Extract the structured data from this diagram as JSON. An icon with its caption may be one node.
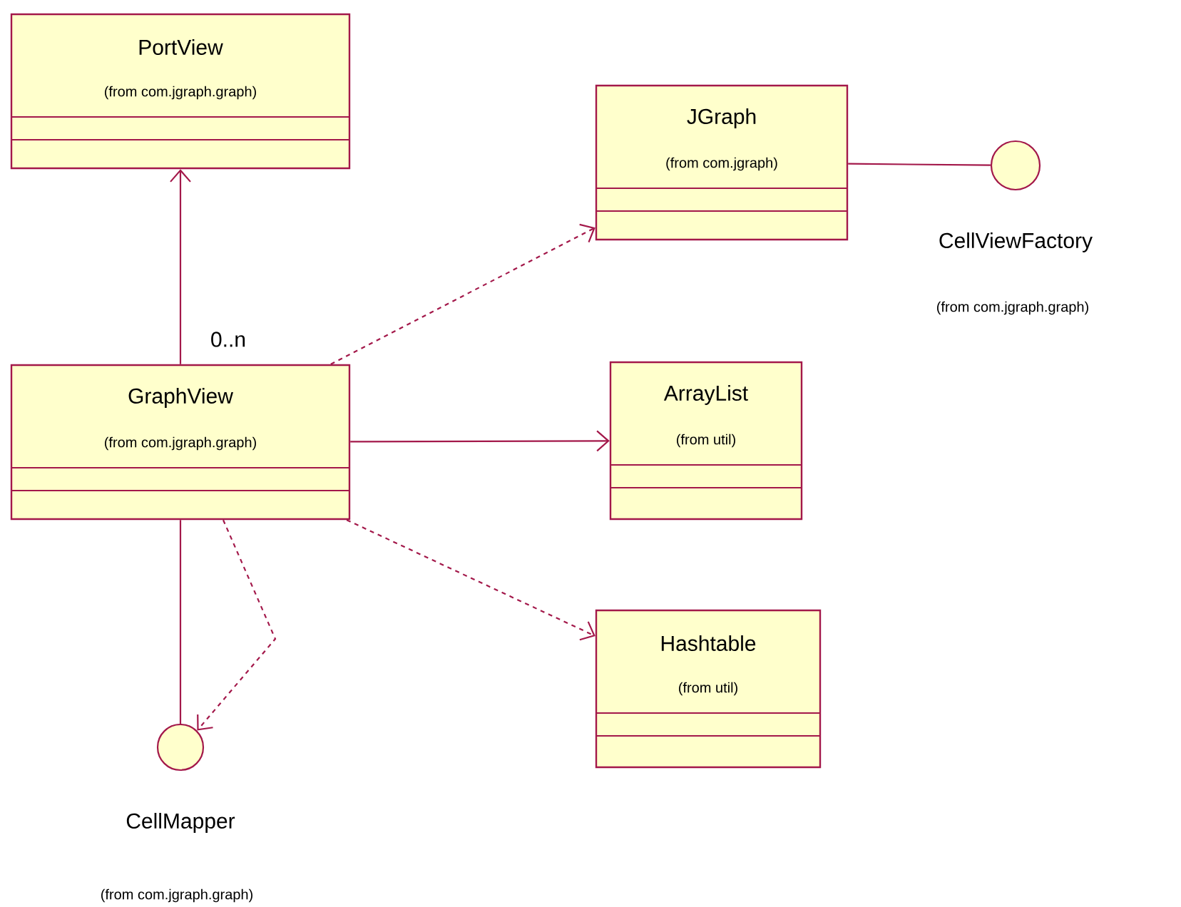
{
  "diagram": {
    "nodes": [
      {
        "text": [
          "PortView",
          "(from com.jgraph.graph)"
        ]
      },
      {
        "text": [
          "JGraph",
          "(from com.jgraph)"
        ]
      },
      {
        "text": [
          "CellViewFactory"
        ]
      },
      {
        "text": [
          "GraphView",
          "(from com.jgraph.graph)"
        ]
      },
      {
        "text": [
          "ArrayList",
          "(from util)"
        ]
      },
      {
        "text": [
          "Hashtable",
          "(from util)"
        ]
      },
      {
        "text": [
          "CellMapper"
        ]
      }
    ],
    "labels": [
      "(from com.jgraph.graph)",
      "(from com.jgraph.graph)"
    ],
    "edges": [
      {
        "from": 3,
        "to": 0,
        "arrow": "to",
        "label": "0..n"
      },
      {
        "from": 3,
        "to": 1,
        "arrow": "to",
        "style": "dashed"
      },
      {
        "from": 1,
        "to": 2,
        "arrow": "none"
      },
      {
        "from": 3,
        "to": 4,
        "arrow": "to"
      },
      {
        "from": 3,
        "to": 5,
        "arrow": "to",
        "style": "dashed"
      },
      {
        "from": 3,
        "to": 6,
        "arrow": "none"
      },
      {
        "from": 3,
        "to": 6,
        "arrow": "to",
        "style": "dashed"
      }
    ]
  }
}
